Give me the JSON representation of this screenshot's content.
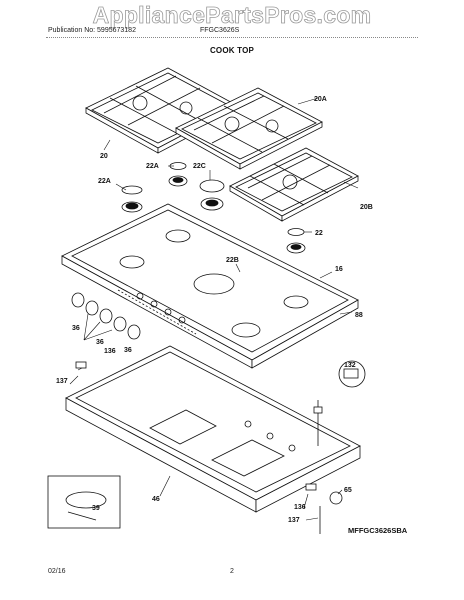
{
  "header": {
    "watermark": "AppliancePartsPros.com",
    "publication": "Publication No: 5995673182",
    "model": "FFGC3626S"
  },
  "diagram": {
    "title": "COOK TOP",
    "figure_code": "MFFGC3626SBA",
    "callouts": {
      "c20": "20",
      "c20A": "20A",
      "c20B": "20B",
      "c22A_1": "22A",
      "c22C": "22C",
      "c22A_2": "22A",
      "c22": "22",
      "c22B": "22B",
      "c16": "16",
      "c88": "88",
      "c36_1": "36",
      "c36_2": "36",
      "c36_3": "36",
      "c136_1": "136",
      "c137_1": "137",
      "c132": "132",
      "c46": "46",
      "c39": "39",
      "c65": "65",
      "c136_2": "136",
      "c137_2": "137"
    }
  },
  "footer": {
    "date": "02/16",
    "page": "2"
  }
}
